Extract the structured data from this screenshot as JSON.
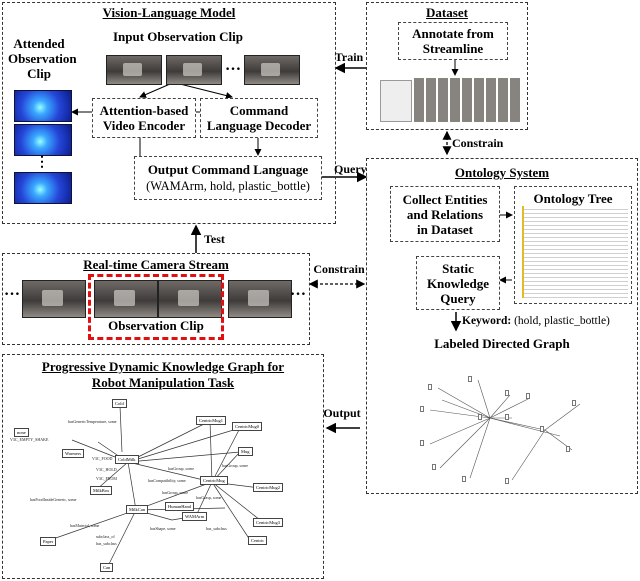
{
  "vlm": {
    "title": "Vision-Language Model",
    "input_clip": "Input Observation Clip",
    "attended_label_1": "Attended",
    "attended_label_2": "Observation",
    "attended_label_3": "Clip",
    "encoder_1": "Attention-based",
    "encoder_2": "Video Encoder",
    "decoder_1": "Command",
    "decoder_2": "Language Decoder",
    "output_title": "Output Command Language",
    "output_value": "(WAMArm, hold, plastic_bottle)",
    "ellipsis": "…",
    "vdots": "⋮"
  },
  "dataset": {
    "title": "Dataset",
    "annotate_1": "Annotate from",
    "annotate_2": "Streamline"
  },
  "ontology": {
    "title": "Ontology System",
    "collect_1": "Collect Entities",
    "collect_2": "and Relations",
    "collect_3": "in Dataset",
    "tree": "Ontology Tree",
    "static_1": "Static",
    "static_2": "Knowledge",
    "static_3": "Query",
    "keyword_label": "Keyword:",
    "keyword_value": "(hold, plastic_bottle)",
    "graph_title": "Labeled Directed Graph"
  },
  "camera": {
    "title": "Real-time Camera Stream",
    "clip_label": "Observation Clip",
    "left_dots": "…",
    "right_dots": "…"
  },
  "pdkg": {
    "title_1": "Progressive Dynamic Knowledge Graph for",
    "title_2": "Robot Manipulation Task",
    "nodes": [
      "Cold",
      "CentricMug1",
      "CentricMug0",
      "none",
      "Warmers",
      "ColdMilk",
      "Mug",
      "MilkBox",
      "CentricMug",
      "CentricMug2",
      "HumanHand",
      "CentricMug3",
      "MilkCan",
      "Paper",
      "WAMArm",
      "Centric",
      "Can"
    ],
    "edges": [
      "hasGenericTemperature, some",
      "V3C_EMPTY_SHAKE",
      "V3C_FOOD",
      "V3C_HOLD",
      "V3C_FROM",
      "hasFoodInsideGeneric, some",
      "hasMaterial, some",
      "subclass_of",
      "has_subclass",
      "hasGroup, some",
      "hasCompatibility, some",
      "hasGroup, some",
      "hasGrasp, some",
      "hasShape, some",
      "has_subclass",
      "hasGroup, some"
    ]
  },
  "arrows": {
    "train": "Train",
    "constrain_dataset": "Constrain",
    "query": "Query",
    "test": "Test",
    "constrain_camera": "Constrain",
    "output": "Output"
  }
}
